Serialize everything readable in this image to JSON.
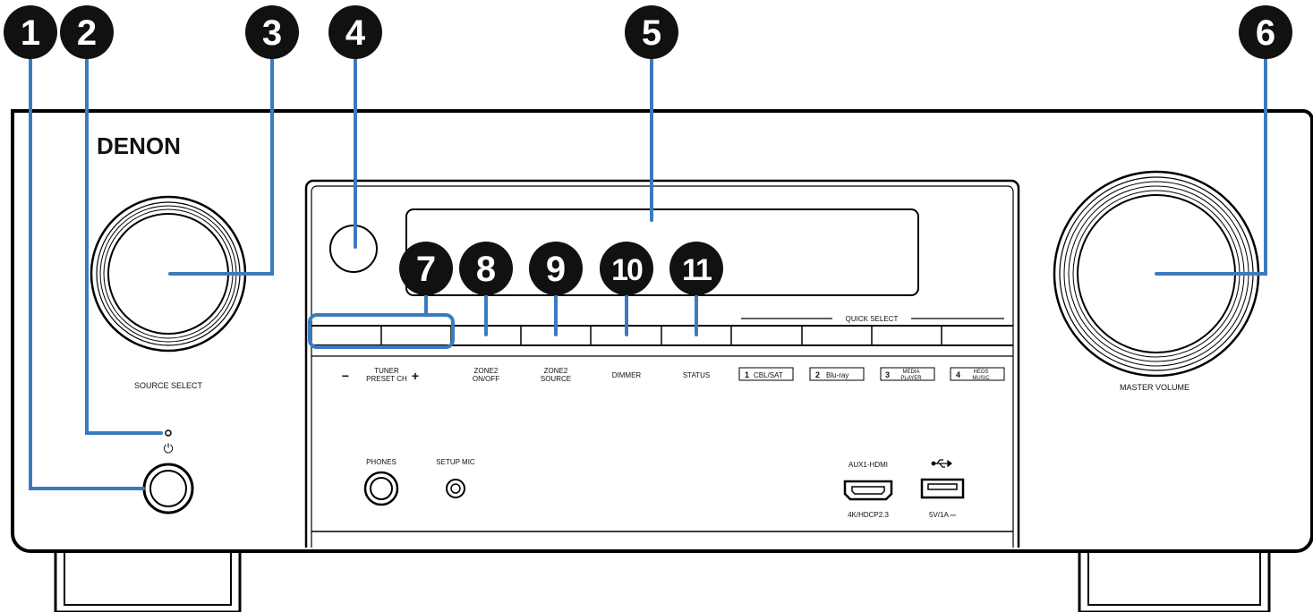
{
  "brand": "DENON",
  "knobs": {
    "source_select": "SOURCE SELECT",
    "master_volume": "MASTER VOLUME"
  },
  "buttons": {
    "minus": "−",
    "tuner_line1": "TUNER",
    "tuner_line2": "PRESET CH",
    "plus": "+",
    "zone2_onoff_line1": "ZONE2",
    "zone2_onoff_line2": "ON/OFF",
    "zone2_source_line1": "ZONE2",
    "zone2_source_line2": "SOURCE",
    "dimmer": "DIMMER",
    "status": "STATUS",
    "quick_select_header": "QUICK SELECT",
    "quick_select": [
      {
        "num": "1",
        "label": "CBL/SAT"
      },
      {
        "num": "2",
        "label": "Blu-ray"
      },
      {
        "num": "3",
        "line1": "MEDIA",
        "line2": "PLAYER"
      },
      {
        "num": "4",
        "line1": "HEOS",
        "line2": "MUSIC"
      }
    ]
  },
  "jacks": {
    "phones": "PHONES",
    "setup_mic": "SETUP MIC",
    "aux_hdmi": "AUX1-HDMI",
    "hdcp": "4K/HDCP2.3",
    "usb_rating": "5V/1A ⎓"
  },
  "power_symbol": "⏻",
  "callouts": [
    "1",
    "2",
    "3",
    "4",
    "5",
    "6",
    "7",
    "8",
    "9",
    "10",
    "11"
  ],
  "colors": {
    "leader": "#3a7bbf",
    "callout_fill": "#111111",
    "outline": "#000000"
  }
}
